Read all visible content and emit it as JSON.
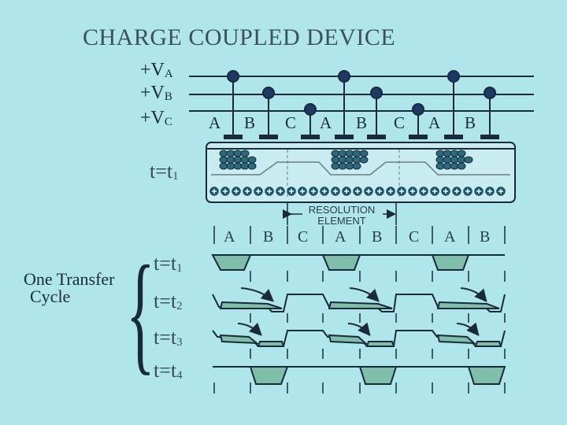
{
  "title": "CHARGE COUPLED DEVICE",
  "rails": [
    {
      "prefix": "+V",
      "sub": "A"
    },
    {
      "prefix": "+V",
      "sub": "B"
    },
    {
      "prefix": "+V",
      "sub": "C"
    }
  ],
  "gate_phases": [
    "A",
    "B",
    "C",
    "A",
    "B",
    "C",
    "A",
    "B"
  ],
  "timing_phases": [
    "A",
    "B",
    "C",
    "A",
    "B",
    "C",
    "A",
    "B"
  ],
  "device_time_label": {
    "prefix": "t=t",
    "sub": "1"
  },
  "resolution_element": {
    "line1": "RESOLUTION",
    "line2": "ELEMENT"
  },
  "cycle_label": {
    "line1": "One Transfer",
    "line2": "Cycle"
  },
  "time_steps": [
    {
      "prefix": "t=t",
      "sub": "1"
    },
    {
      "prefix": "t=t",
      "sub": "2"
    },
    {
      "prefix": "t=t",
      "sub": "3"
    },
    {
      "prefix": "t=t",
      "sub": "4"
    }
  ],
  "colors": {
    "background": "#aee6ec",
    "line": "#1b2a3a",
    "well_fill": "#7fbfaa",
    "charge": "#2a6a7a",
    "substrate": "#c8ecef"
  }
}
